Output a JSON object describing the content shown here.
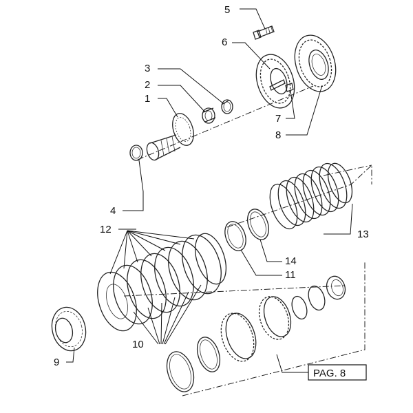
{
  "diagram": {
    "callouts": {
      "c1": "1",
      "c2": "2",
      "c3": "3",
      "c4": "4",
      "c5": "5",
      "c6": "6",
      "c7": "7",
      "c8": "8",
      "c9": "9",
      "c10": "10",
      "c11": "11",
      "c12": "12",
      "c13": "13",
      "c14": "14"
    },
    "reference": "PAG. 8"
  }
}
